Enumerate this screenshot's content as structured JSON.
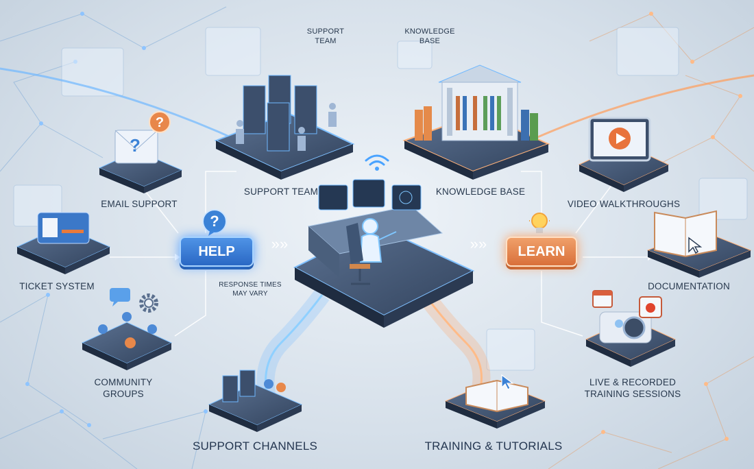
{
  "labels": {
    "support_team_top": "SUPPORT\nTEAM",
    "knowledge_base_top": "KNOWLEDGE\nBASE",
    "support_team": "SUPPORT TEAM",
    "knowledge_base": "KNOWLEDGE BASE",
    "email_support": "EMAIL SUPPORT",
    "ticket_system": "TICKET SYSTEM",
    "community_groups": "COMMUNITY\nGROUPS",
    "response_times": "RESPONSE TIMES\nMAY VARY",
    "video_walkthroughs": "VIDEO WALKTHROUGHS",
    "documentation": "DOCUMENTATION",
    "training_sessions": "LIVE & RECORDED\nTRAINING SESSIONS",
    "support_channels": "SUPPORT CHANNELS",
    "training_tutorials": "TRAINING & TUTORIALS"
  },
  "buttons": {
    "help": "HELP",
    "learn": "LEARN"
  },
  "arrows": {
    "help_to_center": "»»",
    "center_to_learn": "»»"
  },
  "colors": {
    "help_accent": "#3b82d6",
    "learn_accent": "#e8874a",
    "label_text": "#27384d"
  },
  "icons": [
    "question-bubble-icon",
    "lightbulb-icon",
    "wifi-icon",
    "gear-icon",
    "play-icon",
    "book-icon",
    "calendar-icon",
    "envelope-icon",
    "ticket-icon",
    "chat-icon",
    "server-icon",
    "bank-building-icon",
    "projector-icon",
    "cursor-icon"
  ]
}
